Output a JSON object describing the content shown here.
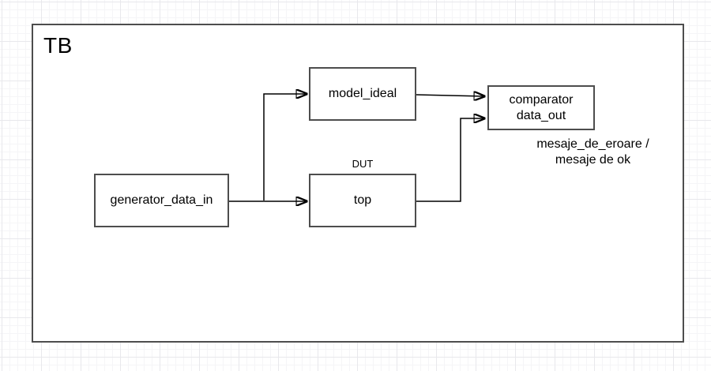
{
  "diagram": {
    "title": "TB",
    "nodes": {
      "generator": {
        "label": "generator_data_in"
      },
      "model": {
        "label": "model_ideal"
      },
      "dut": {
        "label": "top",
        "caption": "DUT"
      },
      "comparator": {
        "label_line1": "comparator",
        "label_line2": "data_out"
      }
    },
    "annotations": {
      "output_note_line1": "mesaje_de_eroare /",
      "output_note_line2": "mesaje de ok"
    },
    "connectors": [
      {
        "from": "generator",
        "to": "dut"
      },
      {
        "from": "generator",
        "to": "model"
      },
      {
        "from": "model",
        "to": "comparator"
      },
      {
        "from": "dut",
        "to": "comparator"
      }
    ],
    "colors": {
      "background": "#ffffff",
      "grid_minor": "#f5f5f7",
      "grid_major": "#e8e8ec",
      "box_border": "#4d4d4d",
      "box_fill": "#ffffff",
      "wire": "#000000",
      "text": "#000000"
    }
  }
}
